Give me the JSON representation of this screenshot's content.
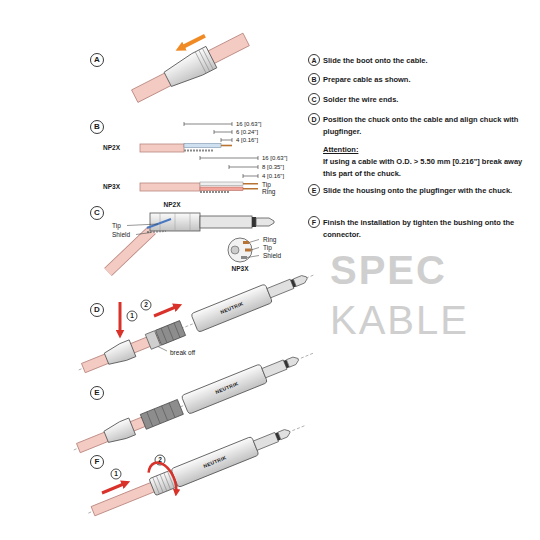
{
  "diagram": {
    "labels": [
      "A",
      "B",
      "C",
      "D",
      "E",
      "F",
      "A",
      "Slide the boot onto the cable.",
      "B",
      "Prepare cable as shown.",
      "C",
      "Solder the wire ends.",
      "D",
      "Position the chuck onto the cable and align chuck with plugfinger.",
      "Attention:",
      "If using a cable with O.D. > 5.50 mm [0.216\"] break away this part of the chuck.",
      "E",
      "Slide the housing onto the plugfinger with the chuck.",
      "F",
      "Finish the installation by tighten the bushing onto the connector.",
      "16 [0.63\"]",
      "6 [0.24\"]",
      "4 [0.16\"]",
      "NP2X",
      "NP3X",
      "16 [0.63\"]",
      "8 [0.35\"]",
      "4 [0.16\"]",
      "Tip",
      "Ring",
      "NP2X",
      "Tip",
      "Shield",
      "Ring",
      "Tip",
      "Shield",
      "NP3X",
      "1",
      "2",
      "break off",
      "NEUTRIK",
      "NEUTRIK",
      "NEUTRIK",
      "1",
      "2",
      "SPEC",
      "KABLE"
    ]
  }
}
